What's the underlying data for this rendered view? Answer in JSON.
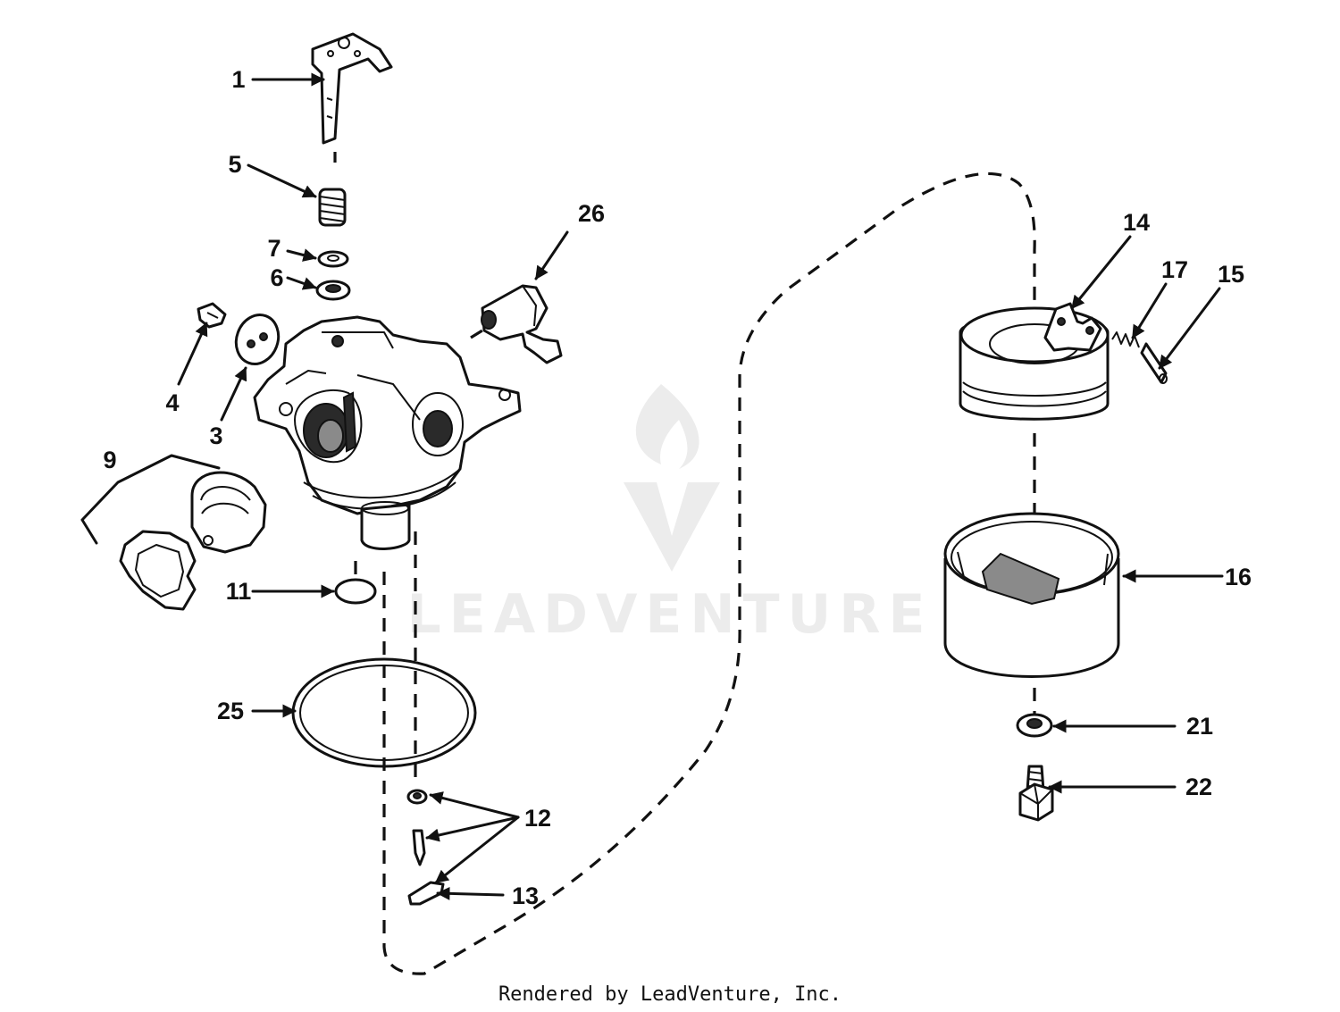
{
  "footer": {
    "text": "Rendered by LeadVenture, Inc."
  },
  "watermark": {
    "text": "LEADVENTURE"
  },
  "callouts": {
    "c1": "1",
    "c3": "3",
    "c4": "4",
    "c5": "5",
    "c6": "6",
    "c7": "7",
    "c9": "9",
    "c11": "11",
    "c12": "12",
    "c13": "13",
    "c14": "14",
    "c15": "15",
    "c16": "16",
    "c17": "17",
    "c21": "21",
    "c22": "22",
    "c25": "25",
    "c26": "26"
  },
  "colors": {
    "line": "#111111",
    "background": "#ffffff",
    "watermark": "#ececec"
  }
}
